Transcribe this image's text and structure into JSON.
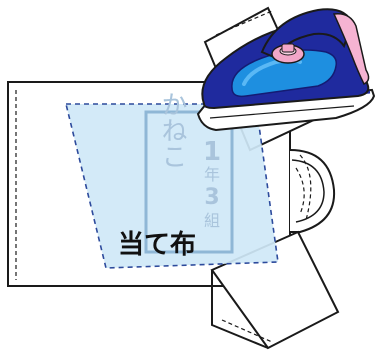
{
  "pressing_cloth": {
    "caption": "当て布"
  },
  "name_label": {
    "line1_prefix": "1",
    "line1_nen": "年",
    "line1_class": "3",
    "line1_kumi": "組",
    "line2_name": "かねこ"
  },
  "colors": {
    "outline": "#1a1a1a",
    "shirt_fill": "#ffffff",
    "cloth_fill": "#cfe8f7",
    "cloth_dash": "#2c4a9c",
    "label_border": "#8fb7d6",
    "label_text": "#a9c4dc",
    "iron_body": "#1f2a9e",
    "iron_body_dark": "#141b73",
    "iron_window": "#1e8fe0",
    "iron_window_light": "#5ab8f5",
    "iron_knob": "#f2a6c8",
    "iron_plate": "#ffffff",
    "iron_handle_tip": "#f5b3d2"
  },
  "icons": {
    "iron": "iron-icon",
    "shirt": "gym-shirt-illustration"
  }
}
